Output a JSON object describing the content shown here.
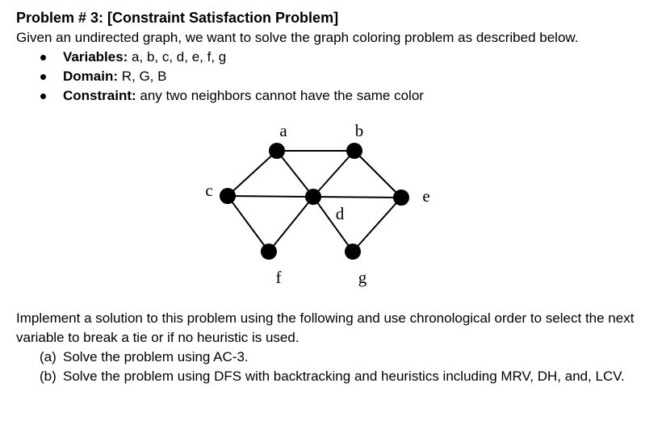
{
  "problem": {
    "title": "Problem # 3: [Constraint Satisfaction Problem]",
    "intro": "Given an undirected graph, we want to solve the graph coloring problem as described below.",
    "bullets": [
      {
        "label": "Variables:",
        "text": " a, b, c, d, e, f, g"
      },
      {
        "label": "Domain:",
        "text": " R, G, B"
      },
      {
        "label": "Constraint:",
        "text": " any two neighbors cannot have the same color"
      }
    ]
  },
  "graph": {
    "node_labels": {
      "a": "a",
      "b": "b",
      "c": "c",
      "d": "d",
      "e": "e",
      "f": "f",
      "g": "g"
    },
    "edges": [
      [
        "a",
        "b"
      ],
      [
        "a",
        "c"
      ],
      [
        "a",
        "d"
      ],
      [
        "b",
        "d"
      ],
      [
        "b",
        "e"
      ],
      [
        "c",
        "d"
      ],
      [
        "d",
        "e"
      ],
      [
        "c",
        "f"
      ],
      [
        "d",
        "f"
      ],
      [
        "d",
        "g"
      ],
      [
        "e",
        "g"
      ]
    ]
  },
  "implementation": {
    "text": "Implement a solution to this problem using the following and use chronological order to select the next variable to break a tie or if no heuristic is used.",
    "parts": [
      {
        "marker": "(a)",
        "text": "Solve the problem using AC-3."
      },
      {
        "marker": "(b)",
        "text": "Solve the problem using DFS with backtracking and heuristics including MRV, DH, and, LCV."
      }
    ]
  }
}
